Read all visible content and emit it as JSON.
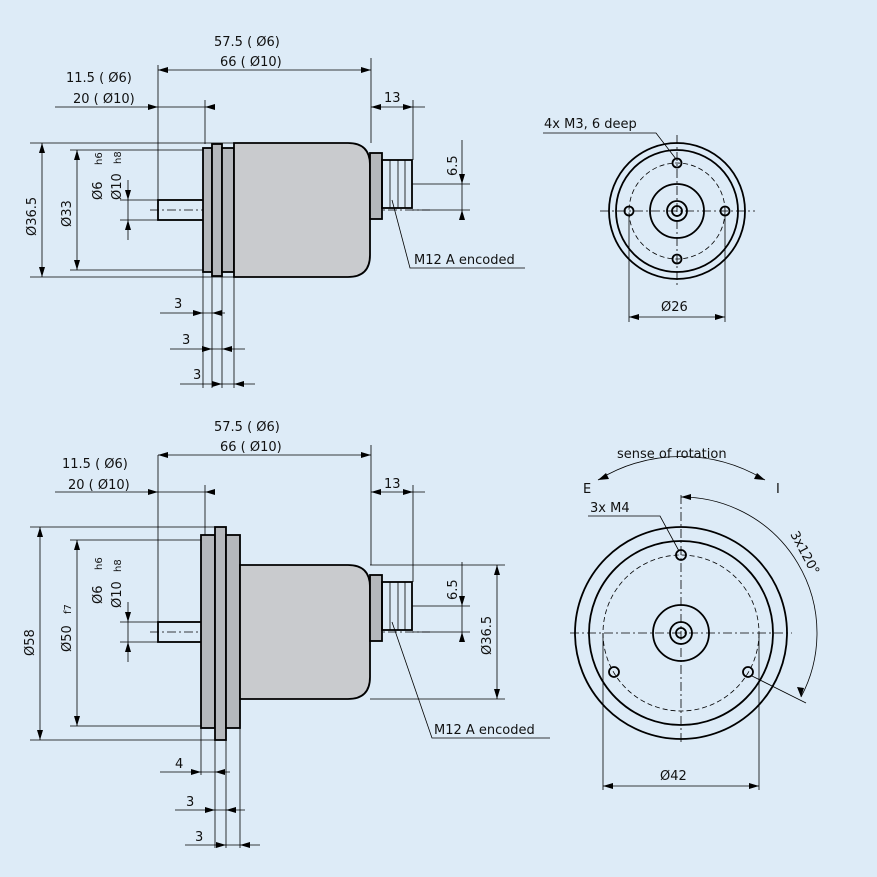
{
  "top": {
    "dim_length_a": "57.5 ( Ø6)",
    "dim_length_b": "66 ( Ø10)",
    "dim_shaft_a": "11.5 ( Ø6)",
    "dim_shaft_b": "20 ( Ø10)",
    "dim_connector": "13",
    "dim_connector_height": "6.5",
    "dim_body_dia": "Ø36.5",
    "dim_flange_dia": "Ø33",
    "dim_shaft_6": "Ø6",
    "dim_shaft_6_tol": "h6",
    "dim_shaft_10": "Ø10",
    "dim_shaft_10_tol": "h8",
    "dim_step_1": "3",
    "dim_step_2": "3",
    "dim_step_3": "3",
    "connector_label": "M12  A encoded",
    "front_thread_label": "4x M3, 6  deep",
    "front_bolt_circle": "Ø26"
  },
  "bottom": {
    "dim_length_a": "57.5 ( Ø6)",
    "dim_length_b": "66 ( Ø10)",
    "dim_shaft_a": "11.5 ( Ø6)",
    "dim_shaft_b": "20 ( Ø10)",
    "dim_connector": "13",
    "dim_connector_height": "6.5",
    "dim_body_dia": "Ø36.5",
    "dim_flange_dia": "Ø58",
    "dim_spigot": "Ø50",
    "dim_spigot_tol": "f7",
    "dim_shaft_6": "Ø6",
    "dim_shaft_6_tol": "h6",
    "dim_shaft_10": "Ø10",
    "dim_shaft_10_tol": "h8",
    "dim_step_1": "4",
    "dim_step_2": "3",
    "dim_step_3": "3",
    "connector_label": "M12  A encoded",
    "rotation_label": "sense of rotation",
    "rotation_e": "E",
    "rotation_i": "I",
    "front_thread_label": "3x M4",
    "front_angle": "3x120°",
    "front_bolt_circle": "Ø42"
  }
}
